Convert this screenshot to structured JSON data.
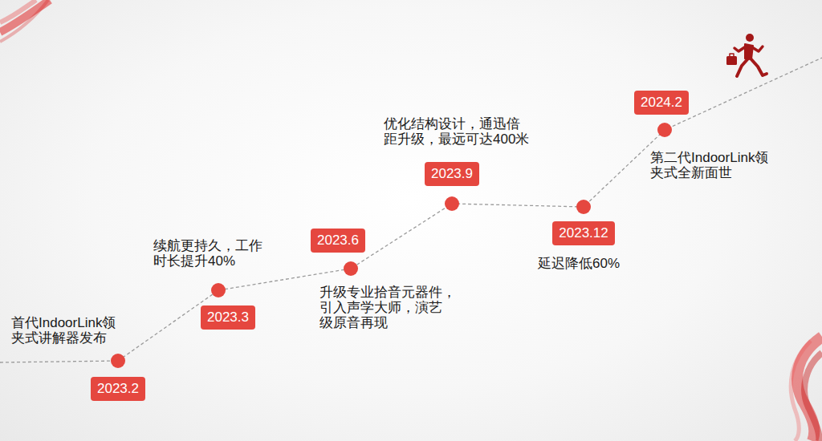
{
  "diagram": {
    "nodes": [
      {
        "text": [
          "2023.2"
        ]
      },
      {
        "text": [
          "2023.3"
        ]
      },
      {
        "text": [
          "2023.6"
        ]
      },
      {
        "text": [
          "2023.9"
        ]
      },
      {
        "text": [
          "2023.12"
        ]
      },
      {
        "text": [
          "2024.2"
        ]
      }
    ],
    "labels": [
      "首代IndoorLink领 夹式讲解器发布",
      "续航更持久，工作 时长提升40%",
      "升级专业拾音元器件， 引入声学大师，演艺 级原音再现",
      "优化结构设计，通迅倍 距升级，最远可达400米",
      "延迟降低60%",
      "第二代IndoorLink领 夹式全新面世"
    ]
  }
}
